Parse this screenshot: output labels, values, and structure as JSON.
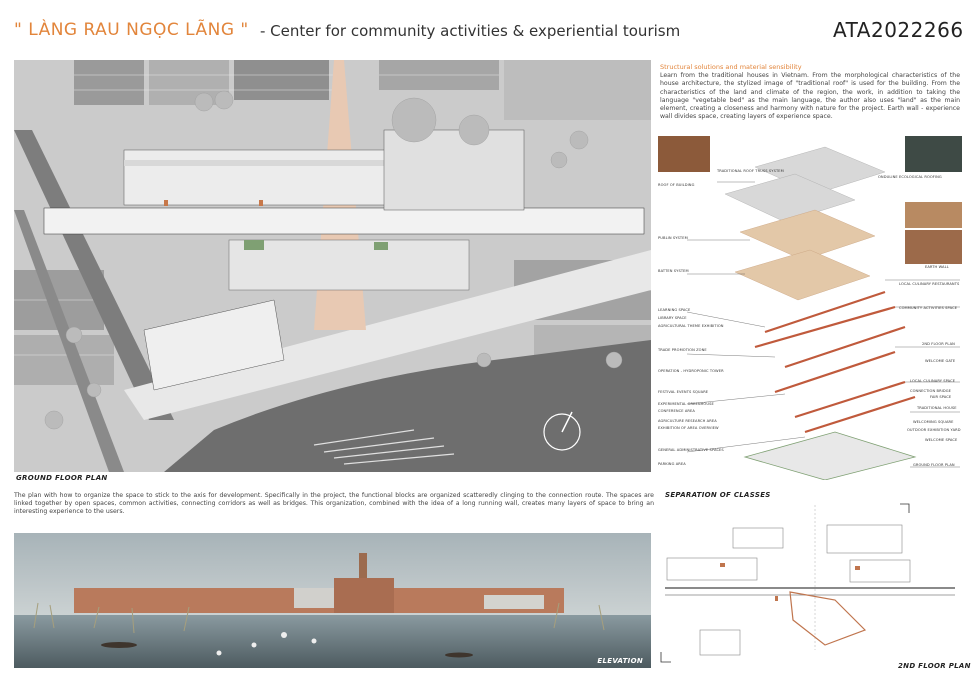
{
  "header": {
    "title_accent": "\" LÀNG RAU NGỌC LÃNG \"",
    "title_rest": "- Center for community activities & experiential tourism",
    "code": "ATA2022266",
    "accent_color": "#e2853b"
  },
  "ground_plan": {
    "label": "GROUND FLOOR PLAN",
    "description": "The plan with how to organize the space to stick to the axis for development. Specifically in the project, the functional blocks are organized scatteredly clinging to the connection route. The spaces are linked together by open spaces, common activities, connecting corridors as well as bridges. This organization, combined with the idea of a long running wall, creates many layers of space to bring an interesting experience to the users."
  },
  "elevation": {
    "label": "ELEVATION"
  },
  "structure": {
    "title": "Structural solutions and material sensibility",
    "text": "Learn from the traditional houses in Vietnam. From the morphological characteristics of the house architecture, the stylized image of \"traditional roof\" is used for the building. From the characteristics of the land and climate of the region, the work, in addition to taking the language \"vegetable bed\" as the main language, the author also uses \"land\" as the main element, creating a closeness and harmony with nature for the project. Earth wall - experience wall divides space, creating layers of experience space."
  },
  "axonometric": {
    "labels_left": [
      "ROOF OF BUILDING",
      "PUBLIN SYSTEM",
      "BATTEN SYSTEM",
      "LEARNING SPACE",
      "LIBRARY SPACE",
      "AGRICULTURAL THEME EXHIBITION",
      "TRADE PROMOTION ZONE",
      "OPERATION - HYDROPONIC TOWER",
      "FESTIVAL EVENTS SQUARE",
      "EXPERIMENTAL GREENHOUSE",
      "CONFERENCE AREA",
      "AGRICULTURE RESEARCH AREA",
      "EXHIBITION OF AREA OVERVIEW",
      "GENERAL ADMINISTRATIVE SPACES",
      "PARKING AREA"
    ],
    "labels_right": [
      "TRADITIONAL ROOF TRUSS SYSTEM",
      "ONDULINE ECOLOGICAL ROOFING",
      "EARTH WALL",
      "LOCAL CULINARY RESTAURANTS",
      "COMMUNITY ACTIVITIES SPACE",
      "2ND FLOOR PLAN",
      "WELCOME GATE",
      "LOCAL CULINARY SPACE",
      "CONNECTION BRIDGE",
      "FAIR SPACE",
      "TRADITIONAL HOUSE",
      "WELCOMING SQUARE",
      "OUTDOOR EXHIBITION YARD",
      "WELCOME SPACE",
      "GROUND FLOOR PLAN"
    ]
  },
  "classes": {
    "title": "SEPARATION OF CLASSES",
    "second_floor_label": "2ND FLOOR PLAN"
  }
}
